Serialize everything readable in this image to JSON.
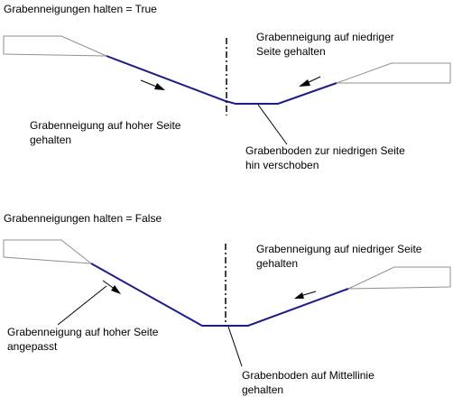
{
  "colors": {
    "trench_line": "#1c1c8a",
    "outline": "#909090",
    "leader": "#000000",
    "centerline": "#000000"
  },
  "scenarios": [
    {
      "title": "Grabenneigungen halten = True",
      "label_high_side": [
        "Grabenneigung auf hoher Seite",
        "gehalten"
      ],
      "label_low_side": [
        "Grabenneigung auf niedriger",
        "Seite gehalten"
      ],
      "label_bottom": [
        "Grabenboden zur niedrigen Seite",
        "hin verschoben"
      ]
    },
    {
      "title": "Grabenneigungen halten = False",
      "label_high_side": [
        "Grabenneigung auf hoher Seite",
        "angepasst"
      ],
      "label_low_side": [
        "Grabenneigung auf niedriger Seite",
        "gehalten"
      ],
      "label_bottom": [
        "Grabenboden auf Mittellinie",
        "gehalten"
      ]
    }
  ]
}
